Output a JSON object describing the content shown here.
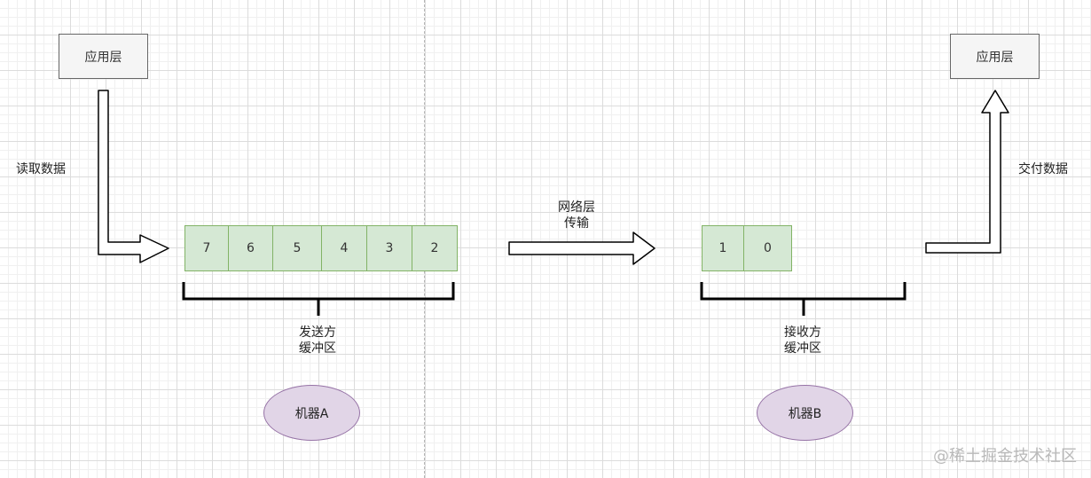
{
  "top_left_box": {
    "label": "应用层"
  },
  "top_right_box": {
    "label": "应用层"
  },
  "read_label": "读取数据",
  "deliver_label": "交付数据",
  "network_label": {
    "line1": "网络层",
    "line2": "传输"
  },
  "sender_buffer": {
    "cells": [
      "7",
      "6",
      "5",
      "4",
      "3",
      "2"
    ],
    "label_line1": "发送方",
    "label_line2": "缓冲区"
  },
  "receiver_buffer": {
    "cells": [
      "1",
      "0"
    ],
    "label_line1": "接收方",
    "label_line2": "缓冲区"
  },
  "machine_a": "机器A",
  "machine_b": "机器B",
  "watermark": "@稀土掘金技术社区",
  "colors": {
    "cell_fill": "#d5e8d4",
    "cell_border": "#82b366",
    "ellipse_fill": "#e1d5e7",
    "ellipse_border": "#9673a6",
    "box_fill": "#f5f5f5",
    "box_border": "#666666"
  }
}
